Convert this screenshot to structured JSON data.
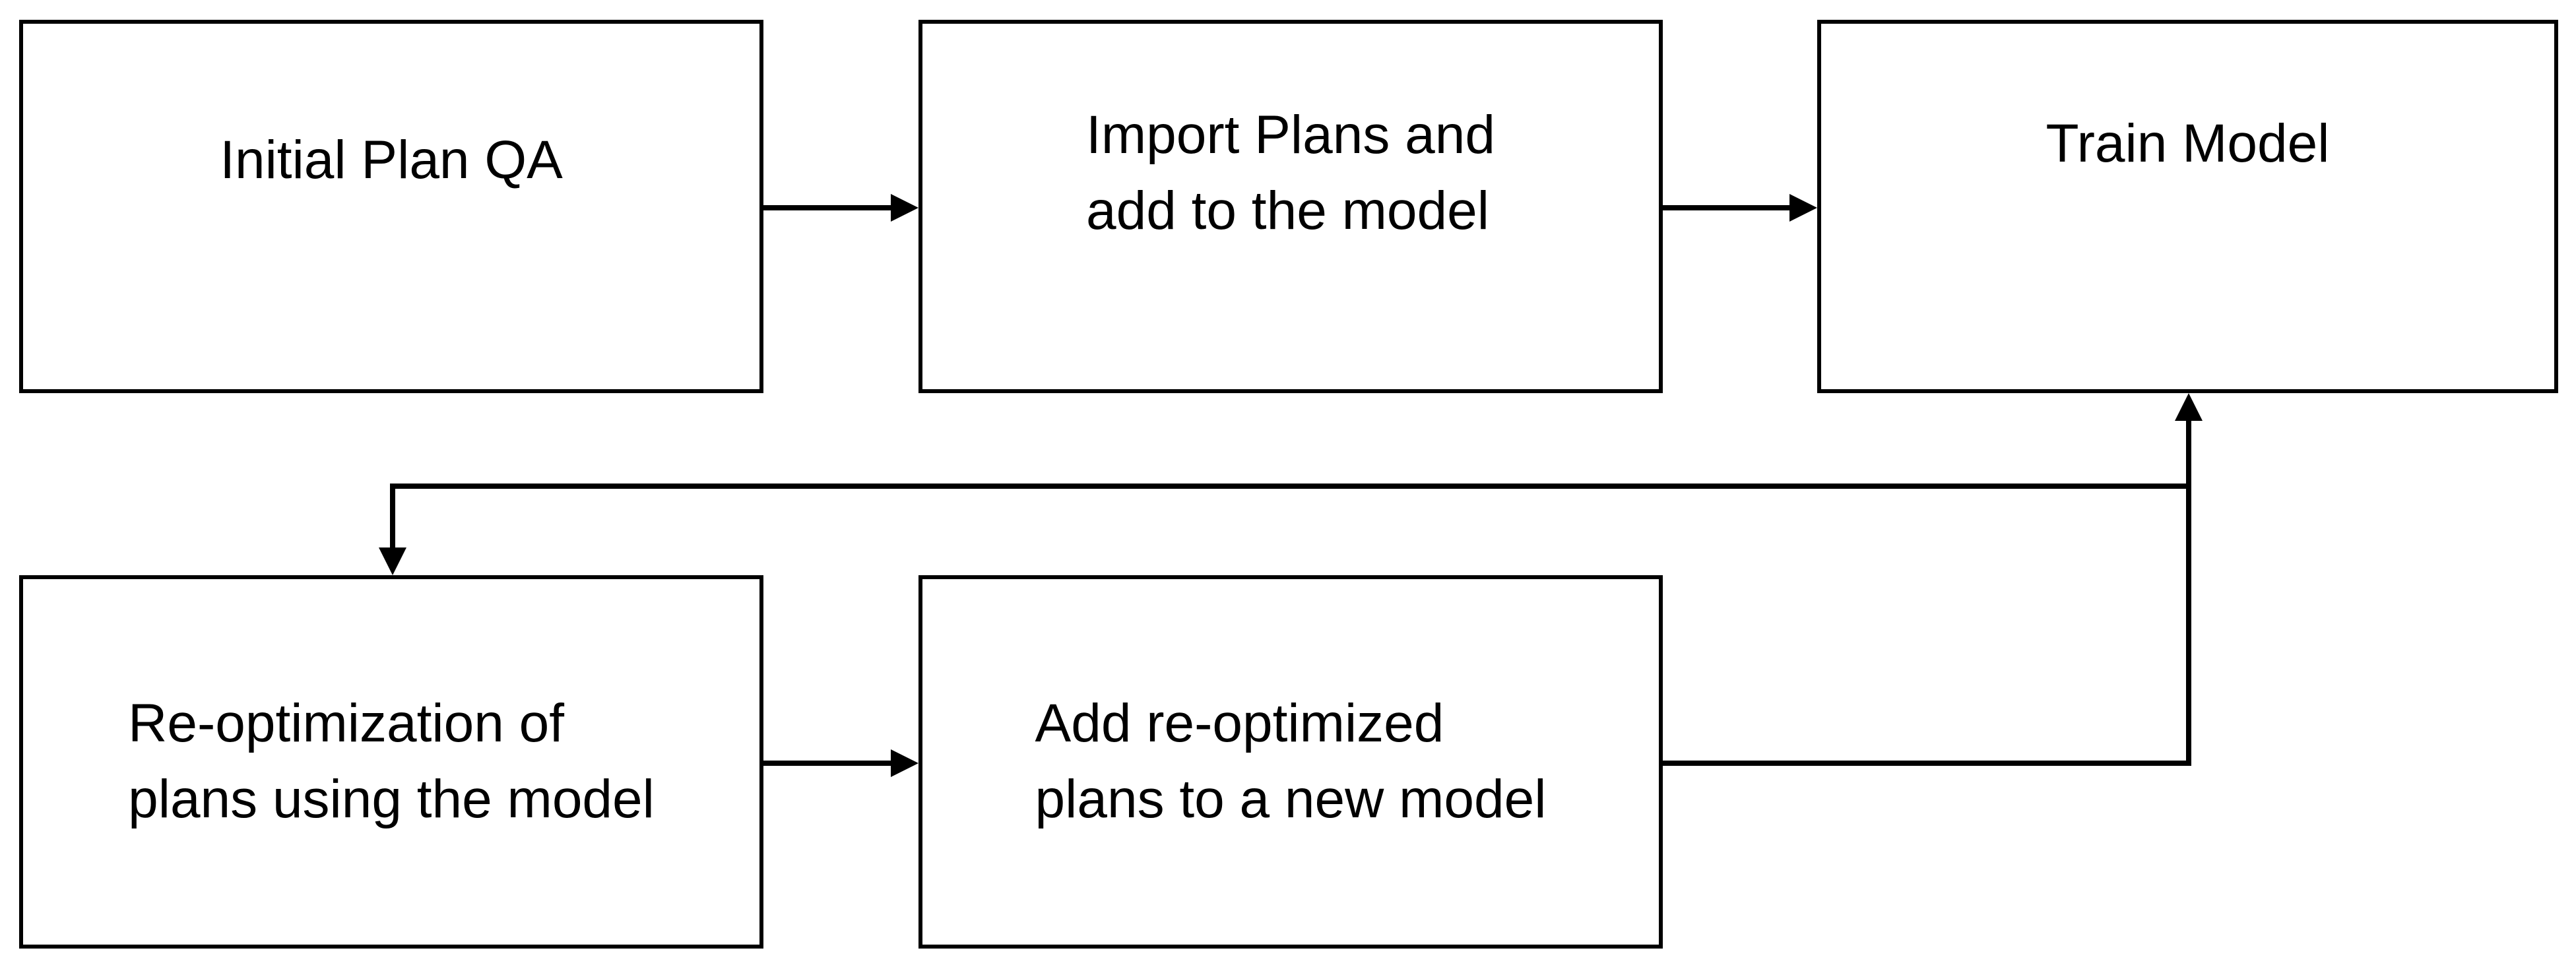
{
  "diagram": {
    "type": "flowchart",
    "background_color": "#ffffff",
    "box_fill_color": "#ffffff",
    "line_color": "#000000",
    "text_color": "#000000",
    "nodes": [
      {
        "id": "initial-plan-qa",
        "label": "Initial Plan QA"
      },
      {
        "id": "import-plans",
        "label": "Import Plans and\nadd to the model"
      },
      {
        "id": "train-model",
        "label": "Train Model"
      },
      {
        "id": "reoptimize-plans",
        "label": "Re-optimization of\nplans using the model"
      },
      {
        "id": "add-reoptimized",
        "label": "Add re-optimized\nplans to a new model"
      }
    ],
    "edges": [
      {
        "from": "initial-plan-qa",
        "to": "import-plans"
      },
      {
        "from": "import-plans",
        "to": "train-model"
      },
      {
        "from": "train-model",
        "to": "reoptimize-plans"
      },
      {
        "from": "reoptimize-plans",
        "to": "add-reoptimized"
      },
      {
        "from": "add-reoptimized",
        "to": "train-model"
      }
    ]
  }
}
